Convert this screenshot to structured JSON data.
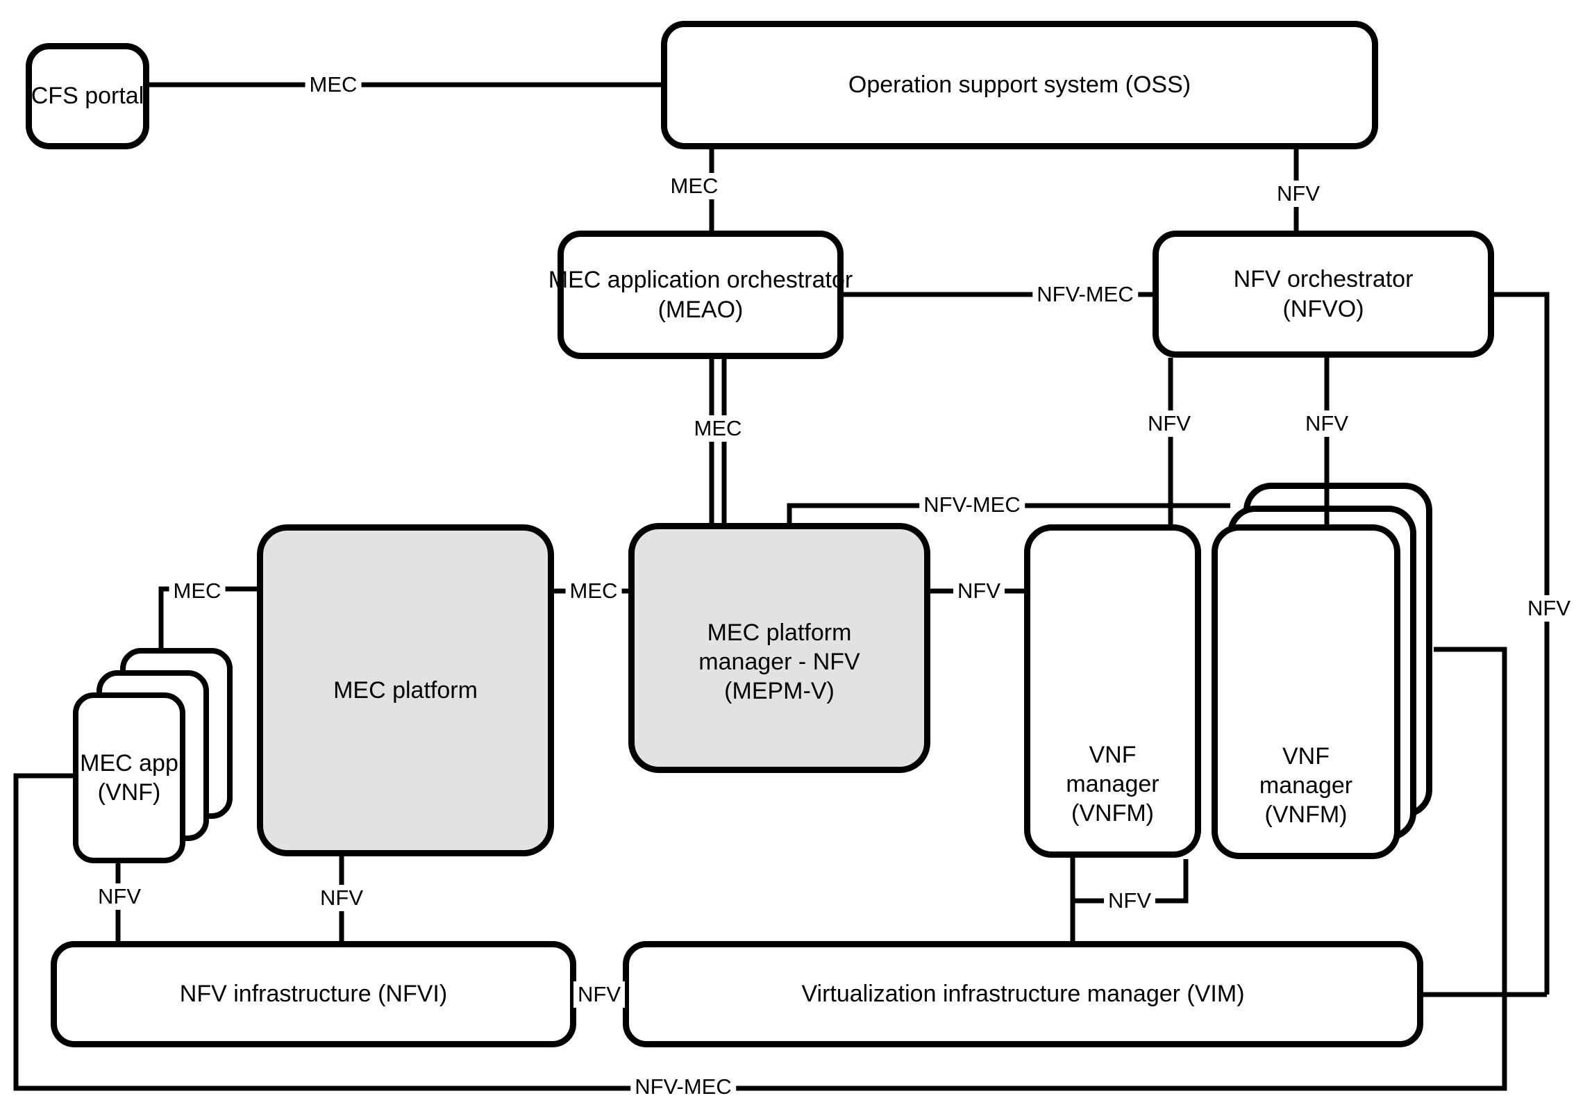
{
  "diagram_name": "MEC in NFV reference architecture",
  "colors": {
    "stroke": "#000000",
    "background": "#ffffff",
    "gray_node_fill": "#e2e2e2"
  },
  "nodes": {
    "cfs": {
      "label": "CFS portal"
    },
    "oss": {
      "label": "Operation support system (OSS)"
    },
    "meao": {
      "lines": [
        "MEC application orchestrator",
        "(MEAO)"
      ]
    },
    "nfvo": {
      "lines": [
        "NFV orchestrator",
        "(NFVO)"
      ]
    },
    "platform": {
      "label": "MEC platform"
    },
    "mepm": {
      "lines": [
        "MEC platform",
        "manager - NFV",
        "(MEPM-V)"
      ]
    },
    "vnfm1": {
      "lines": [
        "VNF",
        "manager",
        "(VNFM)"
      ]
    },
    "vnfm2": {
      "lines": [
        "VNF",
        "manager",
        "(VNFM)"
      ]
    },
    "mec_app": {
      "lines": [
        "MEC app",
        "(VNF)"
      ]
    },
    "nfvi": {
      "label": "NFV infrastructure (NFVI)"
    },
    "vim": {
      "label": "Virtualization infrastructure manager (VIM)"
    }
  },
  "edge_labels": {
    "cfs_oss": "MEC",
    "oss_meao": "MEC",
    "oss_nfvo": "NFV",
    "meao_mepm": "MEC",
    "meao_nfvo": "NFV-MEC",
    "nfvo_vnfm1": "NFV",
    "nfvo_vnfm2": "NFV",
    "mepm_vnfm2_top": "NFV-MEC",
    "mepm_vnfm1": "NFV",
    "platform_mepm": "MEC",
    "app_platform": "MEC",
    "nfvo_vim_right": "NFV",
    "app_nfvi": "NFV",
    "platform_nfvi": "NFV",
    "vnfm_vim": "NFV",
    "nfvi_vim": "NFV",
    "bottom_loop": "NFV-MEC"
  }
}
